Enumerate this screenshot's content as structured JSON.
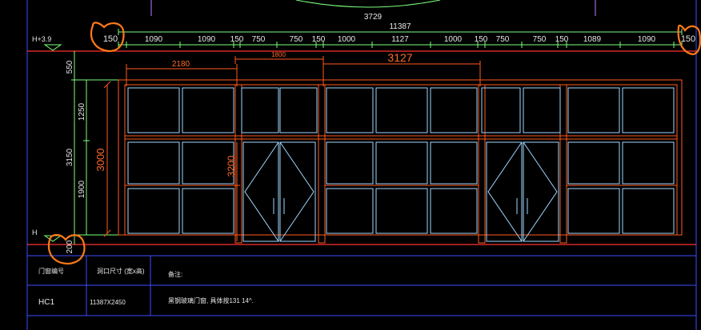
{
  "drawing": {
    "top_arc_label": "3729",
    "overall_width": "11387",
    "level_top": "H+3.9",
    "level_bottom": "H",
    "dim_segments": [
      "150",
      "1090",
      "1090",
      "150",
      "750",
      "750",
      "150",
      "1000",
      "1127",
      "1000",
      "150",
      "750",
      "750",
      "150",
      "1089",
      "1090",
      "150"
    ],
    "upper_dims": [
      "2180",
      "1800",
      "3127"
    ],
    "left_dims": {
      "outer_top": "550",
      "outer_total": "3150",
      "outer_bottom": "200",
      "inner_top": "1250",
      "inner_bottom": "1900"
    },
    "opening_height": "3000",
    "door_height": "3200"
  },
  "schedule": {
    "headers": [
      "门窗编号",
      "洞口尺寸 (宽x高)",
      "备注:"
    ],
    "row": {
      "code": "HC1",
      "size": "11387X2450",
      "note": "黑钢玻璃门窗, 具体按131 14^."
    }
  },
  "colors": {
    "frame": "#ff5a1f",
    "glass": "#9fd8ff",
    "dimension": "#7cff7c",
    "circle_mark": "#ff7a18",
    "table_line": "#3c4cff"
  }
}
